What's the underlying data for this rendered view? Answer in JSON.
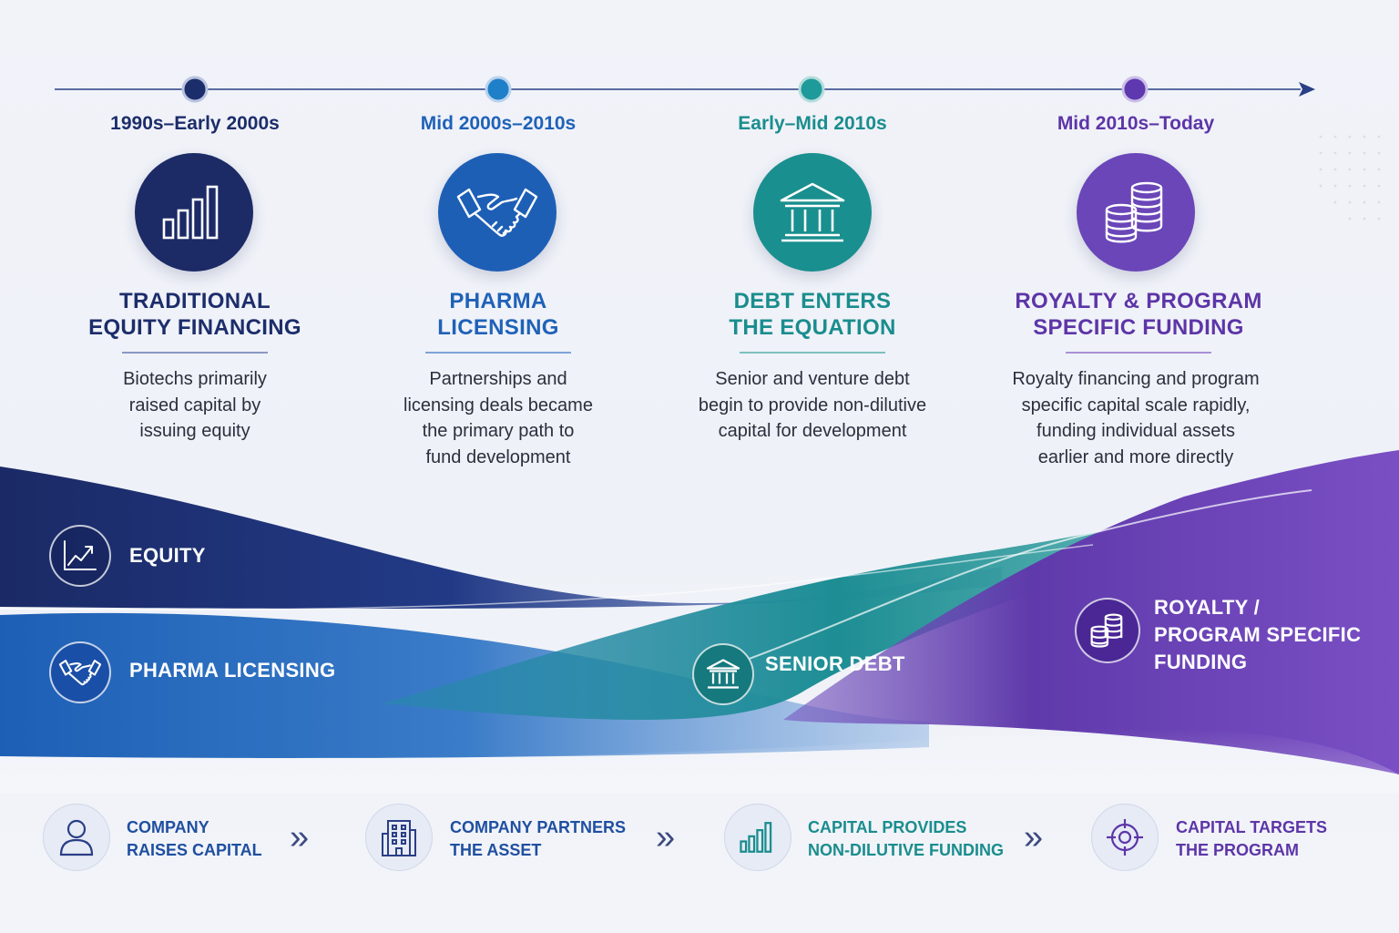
{
  "colors": {
    "navy": "#1c2d6b",
    "blue": "#1f62b8",
    "teal": "#1a8d8e",
    "purple": "#5d35a8",
    "timeline": "#2a3f86"
  },
  "eras": [
    {
      "period": "1990s–Early 2000s",
      "title_line1": "TRADITIONAL",
      "title_line2": "EQUITY FINANCING",
      "desc_line1": "Biotechs primarily",
      "desc_line2": "raised capital by",
      "desc_line3": "issuing equity",
      "desc_line4": "",
      "icon": "bar-chart-icon"
    },
    {
      "period": "Mid 2000s–2010s",
      "title_line1": "PHARMA",
      "title_line2": "LICENSING",
      "desc_line1": "Partnerships and",
      "desc_line2": "licensing deals became",
      "desc_line3": "the primary path to",
      "desc_line4": "fund development",
      "icon": "handshake-icon"
    },
    {
      "period": "Early–Mid 2010s",
      "title_line1": "DEBT ENTERS",
      "title_line2": "THE EQUATION",
      "desc_line1": "Senior and venture debt",
      "desc_line2": "begin to provide non-dilutive",
      "desc_line3": "capital for development",
      "desc_line4": "",
      "icon": "bank-icon"
    },
    {
      "period": "Mid 2010s–Today",
      "title_line1": "ROYALTY & PROGRAM",
      "title_line2": "SPECIFIC FUNDING",
      "desc_line1": "Royalty financing and program",
      "desc_line2": "specific capital scale rapidly,",
      "desc_line3": "funding individual assets",
      "desc_line4": "earlier and more directly",
      "icon": "coin-stack-icon"
    }
  ],
  "bands": [
    {
      "label": "EQUITY",
      "icon": "trend-chart-icon"
    },
    {
      "label": "PHARMA LICENSING",
      "icon": "handshake-icon"
    },
    {
      "label": "SENIOR DEBT",
      "icon": "bank-icon"
    },
    {
      "label_line1": "ROYALTY /",
      "label_line2": "PROGRAM SPECIFIC",
      "label_line3": "FUNDING",
      "icon": "coin-stack-icon"
    }
  ],
  "steps": [
    {
      "line1": "COMPANY",
      "line2": "RAISES CAPITAL",
      "icon": "person-icon"
    },
    {
      "line1": "COMPANY PARTNERS",
      "line2": "THE ASSET",
      "icon": "building-icon"
    },
    {
      "line1": "CAPITAL PROVIDES",
      "line2": "NON-DILUTIVE FUNDING",
      "icon": "bar-chart-icon"
    },
    {
      "line1": "CAPITAL TARGETS",
      "line2": "THE PROGRAM",
      "icon": "target-icon"
    }
  ],
  "chevron": "»"
}
